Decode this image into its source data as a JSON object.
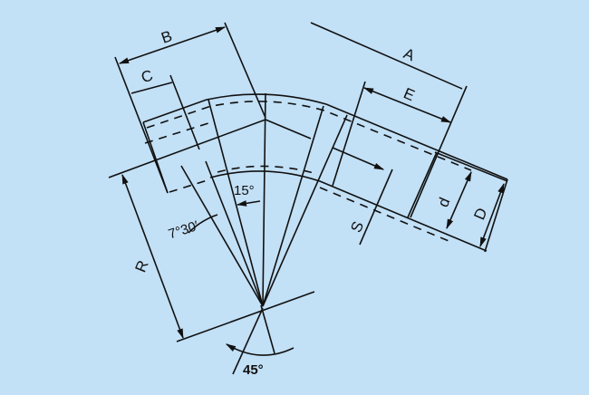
{
  "diagram": {
    "labels": {
      "A": "A",
      "B": "B",
      "C": "C",
      "D": "D",
      "E": "E",
      "d": "d",
      "S": "S",
      "R": "R",
      "angle_15": "15°",
      "angle_7_30": "7°30′",
      "angle_45": "45°"
    },
    "colors": {
      "background": "#c2e0f6",
      "line": "#111111"
    }
  }
}
